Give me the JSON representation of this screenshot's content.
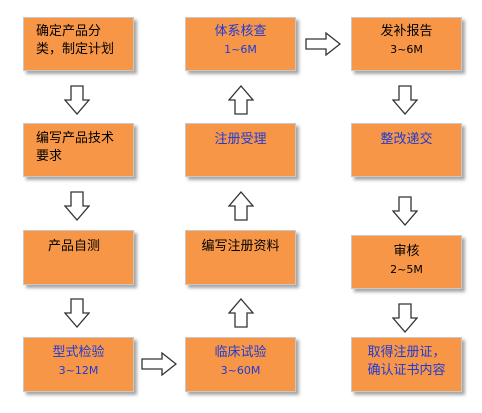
{
  "boxes": {
    "classify": {
      "line1": "确定产品分",
      "line2": "类，制定计划"
    },
    "tech_req": {
      "line1": "编写产品技术",
      "line2": "要求"
    },
    "self_test": {
      "line1": "产品自测"
    },
    "type_test": {
      "line1": "型式检验",
      "line2": "3~12M"
    },
    "system_check": {
      "line1": "体系核查",
      "line2": "1~6M"
    },
    "reg_accept": {
      "line1": "注册受理"
    },
    "reg_docs": {
      "line1": "编写注册资料"
    },
    "clinical": {
      "line1": "临床试验",
      "line2": "3~60M"
    },
    "supplement": {
      "line1": "发补报告",
      "line2": "3~6M"
    },
    "rectify": {
      "line1": "整改递交"
    },
    "review": {
      "line1": "审核",
      "line2": "2~5M"
    },
    "certificate": {
      "line1": "取得注册证，",
      "line2": "确认证书内容"
    }
  },
  "colors": {
    "box_fill": "#f79646",
    "blue_text": "#1f3bd6"
  }
}
